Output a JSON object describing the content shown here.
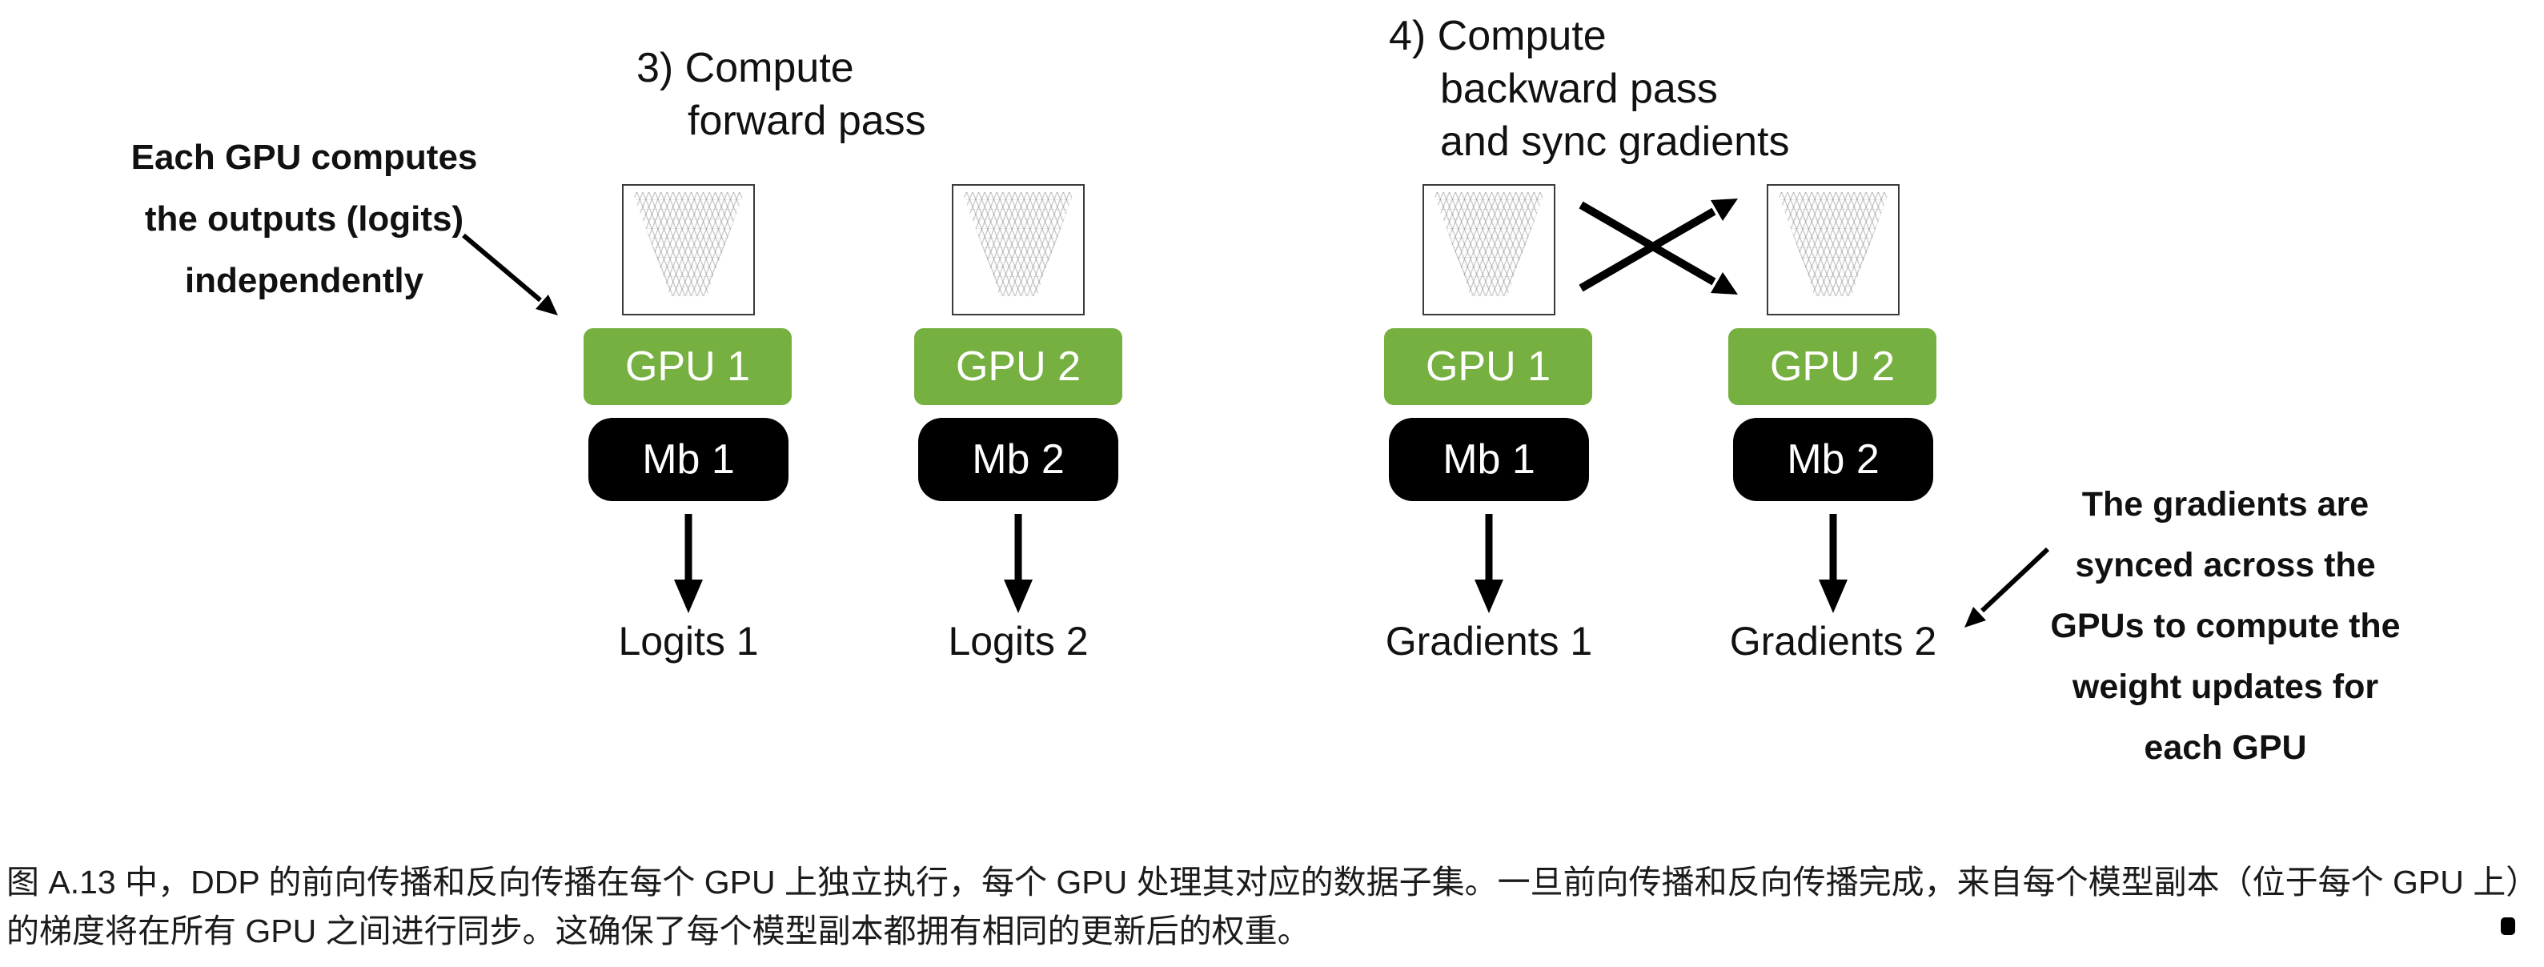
{
  "figure": {
    "left_annotation": {
      "lines": [
        "Each GPU computes",
        "the outputs (logits)",
        "independently"
      ]
    },
    "step3": {
      "lines": [
        "3) Compute",
        "forward pass"
      ]
    },
    "step4": {
      "lines": [
        "4) Compute",
        "backward pass",
        "and sync gradients"
      ]
    },
    "forward_columns": [
      {
        "gpu": "GPU 1",
        "microbatch": "Mb 1",
        "output": "Logits 1"
      },
      {
        "gpu": "GPU 2",
        "microbatch": "Mb 2",
        "output": "Logits 2"
      }
    ],
    "backward_columns": [
      {
        "gpu": "GPU 1",
        "microbatch": "Mb 1",
        "output": "Gradients 1"
      },
      {
        "gpu": "GPU 2",
        "microbatch": "Mb 2",
        "output": "Gradients 2"
      }
    ],
    "right_annotation": {
      "lines": [
        "The gradients are",
        "synced across the",
        "GPUs to compute the",
        "weight updates for",
        "each GPU"
      ]
    },
    "colors": {
      "gpu_green": "#76b041",
      "mb_black": "#000000",
      "text_dark": "#111111"
    }
  },
  "caption": {
    "lines": [
      "图 A.13 中，DDP 的前向传播和反向传播在每个 GPU 上独立执行，每个 GPU 处理其对应的数据子集。一旦前向传播和反向传播完成，来自每个模型副本（位于每个 GPU 上）",
      "的梯度将在所有 GPU 之间进行同步。这确保了每个模型副本都拥有相同的更新后的权重。"
    ]
  },
  "icons": {
    "neural_network": "neural-network-icon",
    "down_arrow": "down-arrow-icon",
    "sync_arrows": "sync-arrows-icon",
    "annotation_arrow": "annotation-arrow-icon"
  }
}
